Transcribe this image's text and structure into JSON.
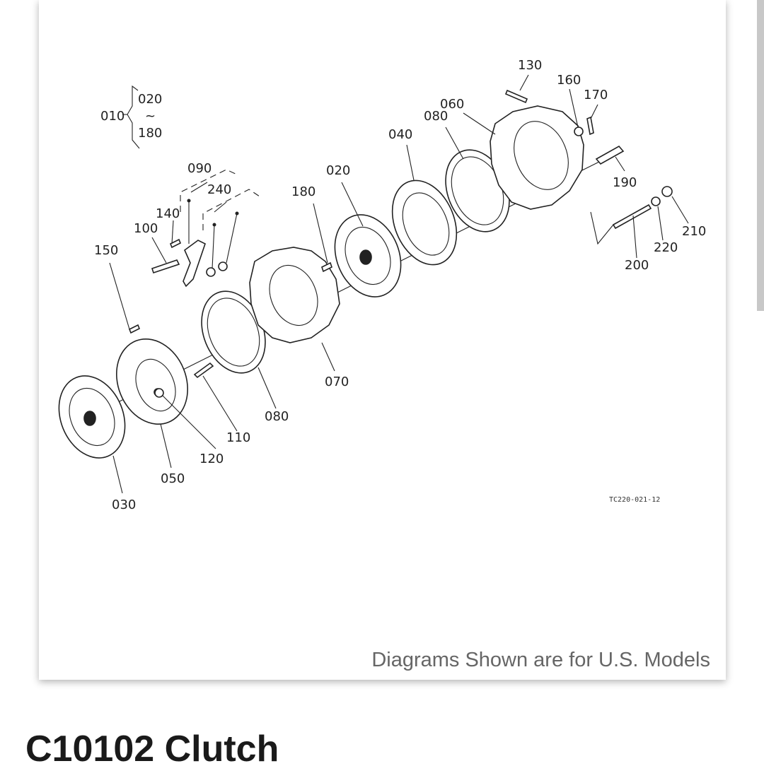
{
  "diagram": {
    "callouts": [
      "010",
      "020",
      "180",
      "090",
      "240",
      "140",
      "100",
      "150",
      "130",
      "160",
      "170",
      "060",
      "080",
      "040",
      "020",
      "180",
      "190",
      "210",
      "220",
      "200",
      "070",
      "080",
      "110",
      "120",
      "050",
      "030"
    ],
    "figure_ref": "TC220-021-12",
    "caption": "Diagrams Shown are for U.S. Models"
  },
  "part": {
    "title": "C10102 Clutch"
  }
}
